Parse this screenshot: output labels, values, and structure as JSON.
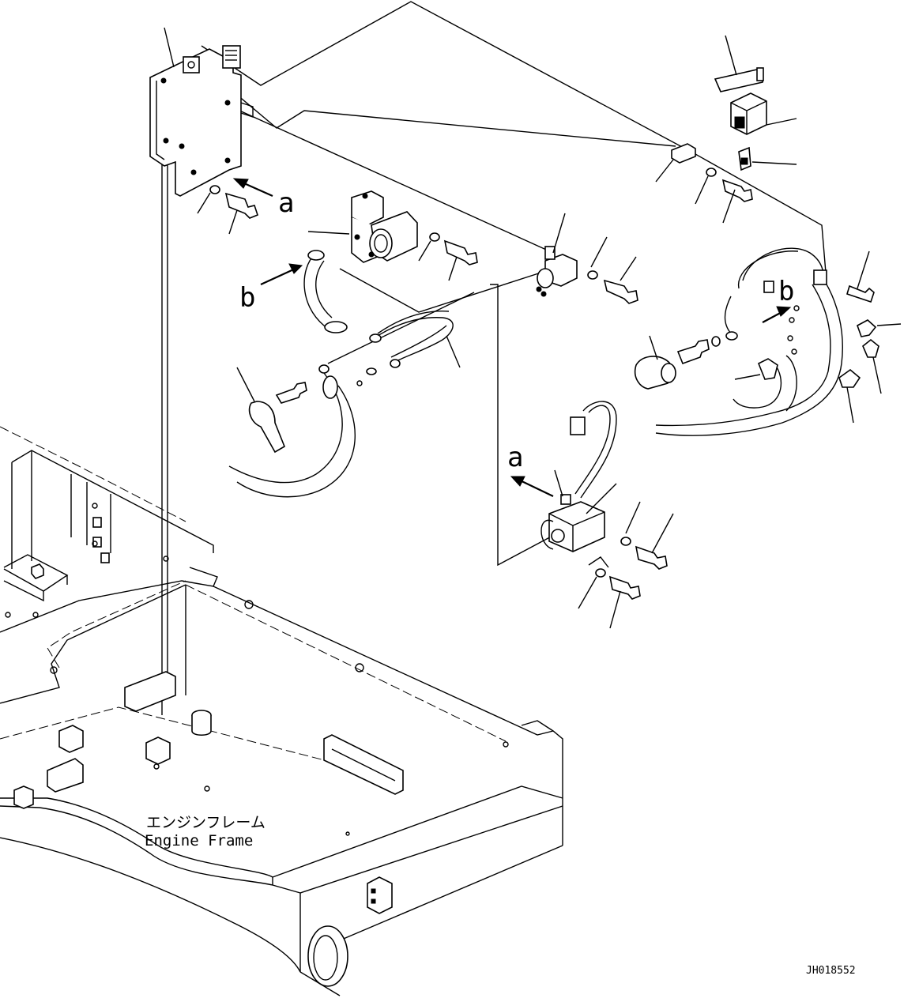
{
  "callouts": {
    "a_top": "a",
    "b_left": "b",
    "b_right": "b",
    "a_bottom": "a"
  },
  "frame_label": {
    "japanese": "エンジンフレーム",
    "english": "Engine Frame"
  },
  "drawing_number": "JH018552"
}
